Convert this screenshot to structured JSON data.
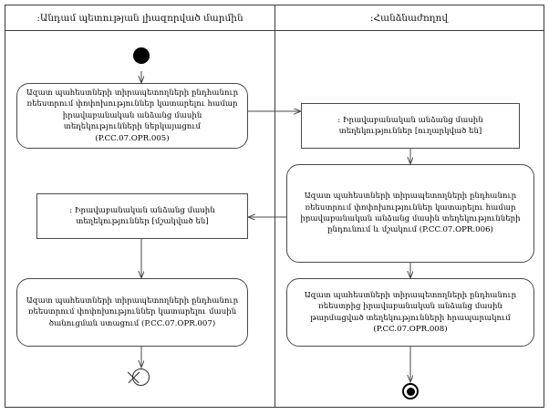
{
  "diagram": {
    "type": "uml-activity-diagram",
    "lanes": [
      {
        "id": "lane-left",
        "title": ":Անդամ պետության լիազորված մարմին"
      },
      {
        "id": "lane-right",
        "title": ":Հանձնաժողով"
      }
    ],
    "nodes": {
      "initial": {
        "kind": "initial-node",
        "lane": "lane-left"
      },
      "left_action_1": {
        "kind": "action",
        "lane": "lane-left",
        "label": "Ազատ պահեստների տիրապետողների ընդհանուր ռեեստրում փոփոխություններ կատարելու համար իրավաբանական անձանց մասին տեղեկությունների ներկայացում (P.CC.07.OPR.005)"
      },
      "left_object_1": {
        "kind": "object",
        "lane": "lane-left",
        "label": ": Իրավաբանական անձանց մասին տեղեկություններ [մշակված են]"
      },
      "left_action_2": {
        "kind": "action",
        "lane": "lane-left",
        "label": "Ազատ պահեստների տիրապետողների ընդհանուր ռեեստրում փոփոխություններ կատարելու մասին ծանուցման ստացում (P.CC.07.OPR.007)"
      },
      "flow_final": {
        "kind": "flow-final-node",
        "lane": "lane-left"
      },
      "right_object_1": {
        "kind": "object",
        "lane": "lane-right",
        "label": ": Իրավաբանական անձանց մասին տեղեկություններ [ուղարկված են]"
      },
      "right_action_1": {
        "kind": "action",
        "lane": "lane-right",
        "label": "Ազատ պահեստների տիրապետողների ընդհանուր ռեեստրում փոփոխություններ կատարելու համար իրավաբանական անձանց մասին տեղեկությունների ընդունում և մշակում (P.CC.07.OPR.006)"
      },
      "right_action_2": {
        "kind": "action",
        "lane": "lane-right",
        "label": "Ազատ պահեստների տիրապետողների ընդհանուր ռեեստրից իրավաբանական անձանց մասին թարմացված տեղեկությունների հրապարակում (P.CC.07.OPR.008)"
      },
      "activity_final": {
        "kind": "activity-final-node",
        "lane": "lane-right"
      }
    },
    "edges": [
      {
        "from": "initial",
        "to": "left_action_1"
      },
      {
        "from": "left_action_1",
        "to": "right_object_1"
      },
      {
        "from": "right_object_1",
        "to": "right_action_1"
      },
      {
        "from": "right_action_1",
        "to": "left_object_1"
      },
      {
        "from": "right_action_1",
        "to": "right_action_2"
      },
      {
        "from": "left_object_1",
        "to": "left_action_2"
      },
      {
        "from": "left_action_2",
        "to": "flow_final"
      },
      {
        "from": "right_action_2",
        "to": "activity_final"
      }
    ],
    "colors": {
      "frame_stroke": "#3a3a3a",
      "node_stroke": "#4a4a4a",
      "edge_stroke": "#4a4a4a",
      "text": "#000000",
      "background": "#ffffff"
    }
  }
}
